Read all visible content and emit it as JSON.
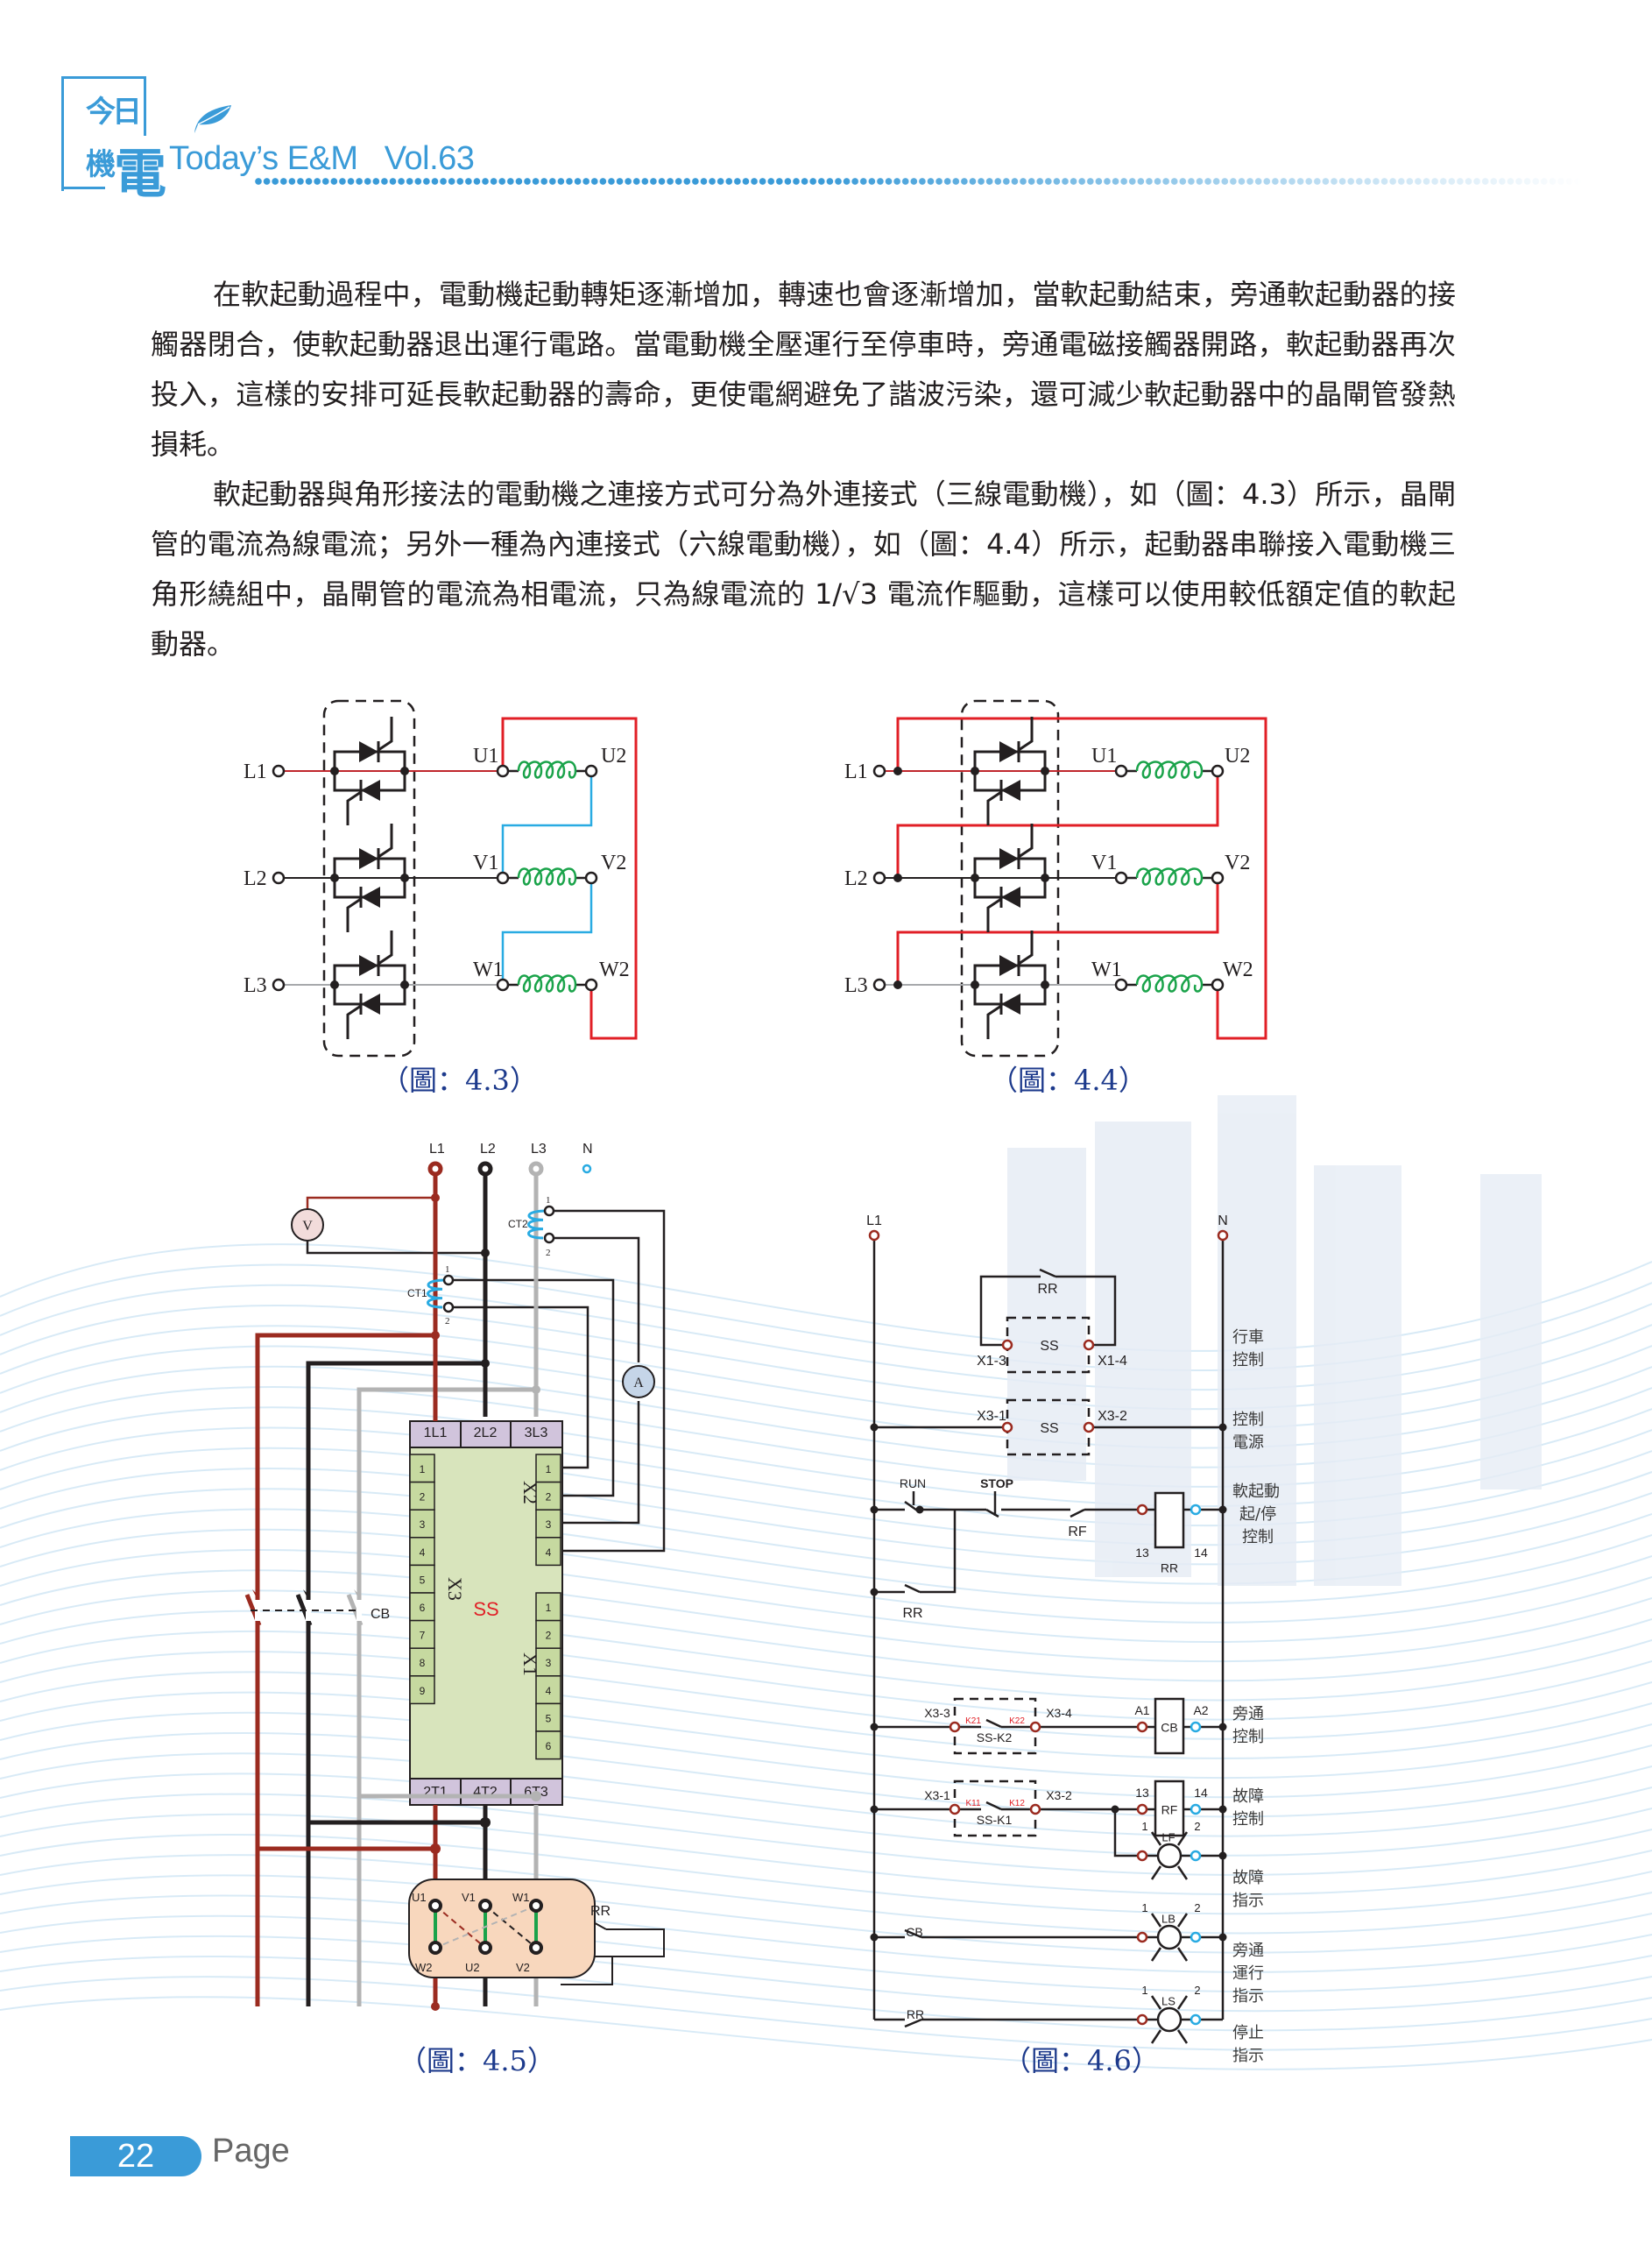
{
  "header": {
    "logo_chars": [
      "今",
      "日",
      "機",
      "電"
    ],
    "title": "Today’s E&M",
    "volume": "Vol.63",
    "accent_color": "#3a9bd8"
  },
  "body": {
    "paragraphs": [
      "在軟起動過程中，電動機起動轉矩逐漸增加，轉速也會逐漸增加，當軟起動結束，旁通軟起動器的接觸器閉合，使軟起動器退出運行電路。當電動機全壓運行至停車時，旁通電磁接觸器開路，軟起動器再次投入，這樣的安排可延長軟起動器的壽命，更使電網避免了諧波污染，還可減少軟起動器中的晶閘管發熱損耗。",
      "軟起動器與角形接法的電動機之連接方式可分為外連接式（三線電動機），如（圖：4.3）所示，晶閘管的電流為線電流；另外一種為內連接式（六線電動機），如（圖：4.4）所示，起動器串聯接入電動機三角形繞組中，晶閘管的電流為相電流，只為線電流的 1/√3 電流作驅動，這樣可以使用較低額定值的軟起動器。"
    ]
  },
  "figures": {
    "fig43": {
      "caption": "（圖：4.3）",
      "lines": [
        "L1",
        "L2",
        "L3"
      ],
      "windings": [
        [
          "U1",
          "U2"
        ],
        [
          "V1",
          "V2"
        ],
        [
          "W1",
          "W2"
        ]
      ]
    },
    "fig44": {
      "caption": "（圖：4.4）",
      "lines": [
        "L1",
        "L2",
        "L3"
      ],
      "windings": [
        [
          "U1",
          "U2"
        ],
        [
          "V1",
          "V2"
        ],
        [
          "W1",
          "W2"
        ]
      ]
    },
    "fig45": {
      "caption": "（圖：4.5）",
      "supply": [
        "L1",
        "L2",
        "L3",
        "N"
      ],
      "voltmeter": "V",
      "ammeter": "A",
      "ct1": "CT1",
      "ct2": "CT2",
      "ct_pins": [
        "1",
        "2"
      ],
      "breaker": "CB",
      "softstarter": "SS",
      "top_terminals": [
        "1L1",
        "2L2",
        "3L3"
      ],
      "bottom_terminals": [
        "2T1",
        "4T2",
        "6T3"
      ],
      "x3_label": "X3",
      "x3_pins": [
        "1",
        "2",
        "3",
        "4",
        "5",
        "6",
        "7",
        "8",
        "9"
      ],
      "x2_label": "X2",
      "x2_pins": [
        "1",
        "2",
        "3",
        "4"
      ],
      "x1_label": "X1",
      "x1_pins": [
        "1",
        "2",
        "3",
        "4",
        "5",
        "6"
      ],
      "relay_contact": "RR",
      "motor_top": [
        "U1",
        "V1",
        "W1"
      ],
      "motor_bottom": [
        "W2",
        "U2",
        "V2"
      ]
    },
    "fig46": {
      "caption": "（圖：4.6）",
      "rail_left": "L1",
      "rail_right": "N",
      "rungs": {
        "r1": {
          "contact": "RR",
          "box": "SS",
          "left": "X1-3",
          "right": "X1-4",
          "desc": [
            "行車",
            "控制"
          ]
        },
        "r2": {
          "box": "SS",
          "left": "X3-1",
          "right": "X3-2",
          "desc": [
            "控制",
            "電源"
          ]
        },
        "r3": {
          "run": "RUN",
          "stop": "STOP",
          "rf": "RF",
          "hold": "RR",
          "coil": "RR",
          "pin_a": "13",
          "pin_b": "14",
          "desc": [
            "軟起動",
            "起/停",
            "控制"
          ]
        },
        "r4": {
          "left": "X3-3",
          "right": "X3-4",
          "k_a": "K21",
          "k_b": "K22",
          "box": "SS-K2",
          "coil": "CB",
          "pin_a": "A1",
          "pin_b": "A2",
          "desc": [
            "旁通",
            "控制"
          ]
        },
        "r5": {
          "left": "X3-1",
          "right": "X3-2",
          "k_a": "K11",
          "k_b": "K12",
          "box": "SS-K1",
          "coil": "RF",
          "pin_a": "13",
          "pin_b": "14",
          "desc": [
            "故障",
            "控制"
          ]
        },
        "r6": {
          "lamp": "LF",
          "pin_a": "1",
          "pin_b": "2",
          "desc": [
            "故障",
            "指示"
          ]
        },
        "r7": {
          "contact": "CB",
          "lamp": "LB",
          "pin_a": "1",
          "pin_b": "2",
          "desc": [
            "旁通",
            "運行",
            "指示"
          ]
        },
        "r8": {
          "contact": "RR",
          "lamp": "LS",
          "pin_a": "1",
          "pin_b": "2",
          "desc": [
            "停止",
            "指示"
          ]
        }
      }
    }
  },
  "footer": {
    "page_number": "22",
    "page_label": "Page"
  }
}
